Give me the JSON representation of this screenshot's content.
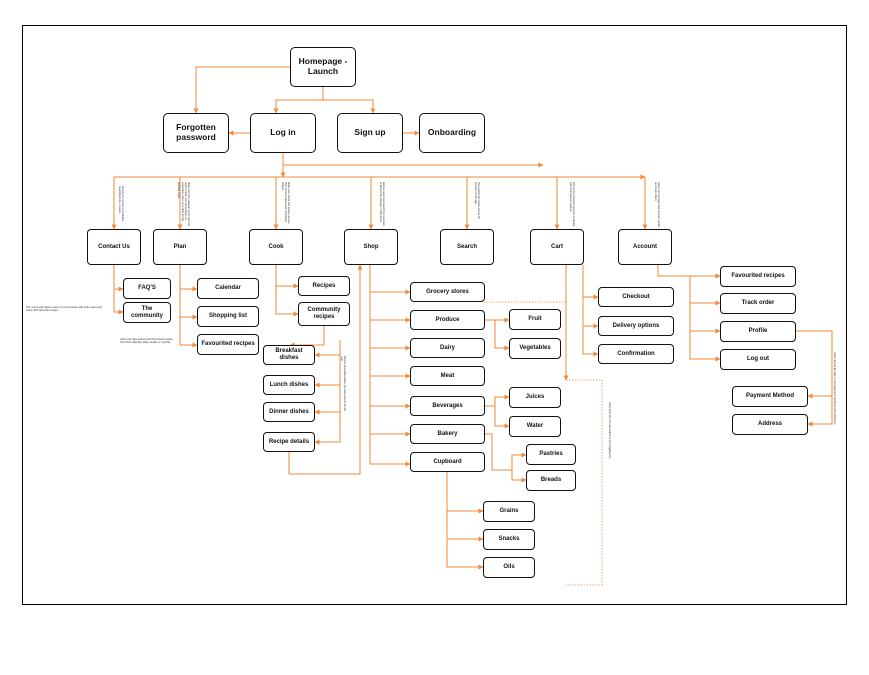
{
  "nodes": {
    "homepage": "Homepage - Launch",
    "forgotten_password": "Forgotten password",
    "log_in": "Log in",
    "sign_up": "Sign up",
    "onboarding": "Onboarding",
    "contact_us": "Contact Us",
    "plan": "Plan",
    "cook": "Cook",
    "shop": "Shop",
    "search": "Search",
    "cart": "Cart",
    "account": "Account",
    "faqs": "FAQ'S",
    "the_community": "The community",
    "calendar": "Calendar",
    "shopping_list": "Shopping list",
    "favourited_recipes_plan": "Favourited recipes",
    "recipes": "Recipes",
    "community_recipes": "Community recipes",
    "breakfast_dishes": "Breakfast dishes",
    "lunch_dishes": "Lunch dishes",
    "dinner_dishes": "Dinner dishes",
    "recipe_details": "Recipe details",
    "grocery_stores": "Grocery stores",
    "produce": "Produce",
    "dairy": "Dairy",
    "meat": "Meat",
    "beverages": "Beverages",
    "bakery": "Bakery",
    "cupboard": "Cupboard",
    "fruit": "Fruit",
    "vegetables": "Vegetables",
    "juices": "Juices",
    "water": "Water",
    "pastries": "Pastries",
    "breads": "Breads",
    "grains": "Grains",
    "snacks": "Snacks",
    "oils": "Oils",
    "checkout": "Checkout",
    "delivery_options": "Delivery options",
    "confirmation": "Confirmation",
    "favourited_recipes_account": "Favourited recipes",
    "track_order": "Track order",
    "profile": "Profile",
    "log_out": "Log out",
    "payment_method": "Payment Method",
    "address": "Address"
  },
  "notes": {
    "contact_us": "Ensure the section is available regarding help + issues",
    "plan": "Make sure the calendar syncs with the user's meals, lists and recipes so everything stays up to date for the planned week",
    "cook": "Make sure users can always access their saved recipes and community recipes",
    "shop": "Ensure users can search for a product or browse by category to find items",
    "search": "The search bar works across all sections of the app",
    "cart": "Ensure the checkout process is simple with clear delivery options",
    "account": "Users can manage their account details and track orders",
    "community": "The community allows users to communicate with other users and share their favourite recipes",
    "favourites": "Users can also access their favourited recipes from their calendar, daily, weekly or monthly",
    "dishes": "Ensure all recipes follow the same layout for the user",
    "shop_list": "Items from the cart are added to the shopping list",
    "payment": "Users should be able to save payment methods and addresses"
  },
  "colors": {
    "connector": "#f08a3c",
    "border": "#111111"
  }
}
